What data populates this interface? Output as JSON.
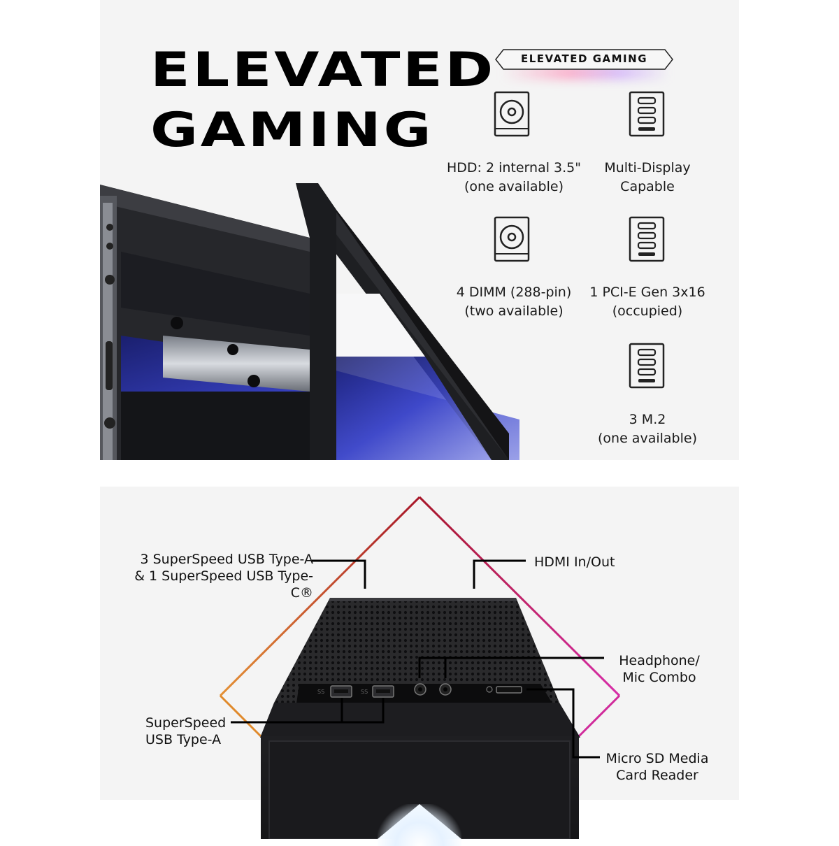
{
  "headline": {
    "line1": "ELEVATED",
    "line2": "GAMING"
  },
  "badge": {
    "text": "ELEVATED GAMING"
  },
  "specs": [
    {
      "icon": "hard-drive-icon",
      "line1": "HDD: 2 internal 3.5\"",
      "line2": "(one available)"
    },
    {
      "icon": "expansion-slot-icon",
      "line1": "Multi-Display",
      "line2": "Capable"
    },
    {
      "icon": "hard-drive-icon",
      "line1": "4 DIMM (288-pin)",
      "line2": "(two available)"
    },
    {
      "icon": "expansion-slot-icon",
      "line1": "1 PCI-E Gen 3x16",
      "line2": "(occupied)"
    },
    {
      "icon": "expansion-slot-icon",
      "line1": "3 M.2",
      "line2": "(one available)"
    }
  ],
  "callouts": {
    "usb_combo": {
      "line1": "3 SuperSpeed USB Type-A",
      "line2": "& 1 SuperSpeed USB Type-C®"
    },
    "hdmi": {
      "line1": "HDMI In/Out"
    },
    "headphone": {
      "line1": "Headphone/",
      "line2": "Mic Combo"
    },
    "usb_a": {
      "line1": "SuperSpeed",
      "line2": "USB Type-A"
    },
    "sd_reader": {
      "line1": "Micro SD Media",
      "line2": "Card Reader"
    }
  },
  "colors": {
    "accent_orange": "#e08a2c",
    "accent_red": "#b01a2a",
    "accent_magenta": "#d02a9a",
    "case_black": "#1b1b1b",
    "panel_bg": "#f4f4f4"
  }
}
